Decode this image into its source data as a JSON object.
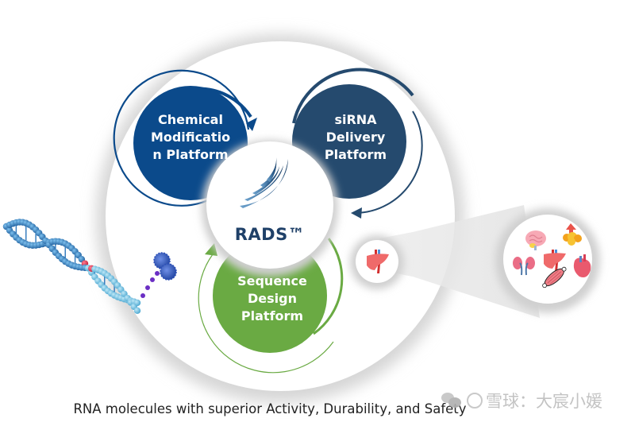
{
  "diagram": {
    "center": {
      "label": "RADS™",
      "logo_icon": "swoosh-logo-icon"
    },
    "platforms": [
      {
        "id": "chemical",
        "label": "Chemical\nModificatio\nn Platform",
        "color": "#0b4a8b"
      },
      {
        "id": "delivery",
        "label": "siRNA\nDelivery\nPlatform",
        "color": "#254a6e"
      },
      {
        "id": "sequence",
        "label": "Sequence\nDesign\nPlatform",
        "color": "#6aaa43"
      }
    ],
    "cycle_arrows": [
      "clockwise-arrow-blue",
      "clockwise-arrow-navy",
      "clockwise-arrow-green"
    ],
    "dna_illustration": "dna-helix-with-conjugate-icon",
    "target_organ": "liver-icon",
    "expanded_organs": [
      "brain-icon",
      "adipose-icon",
      "kidney-icon",
      "liver-icon",
      "heart-icon",
      "muscle-icon"
    ],
    "colors": {
      "ring_shadow": "#d9d9d9",
      "center_text": "#1f4068",
      "caption_text": "#222222"
    }
  },
  "caption": "RNA molecules with superior Activity, Durability, and Safety",
  "watermark": {
    "text": "雪球：大宸小媛",
    "icons": [
      "wechat-icon",
      "xueqiu-icon"
    ]
  }
}
